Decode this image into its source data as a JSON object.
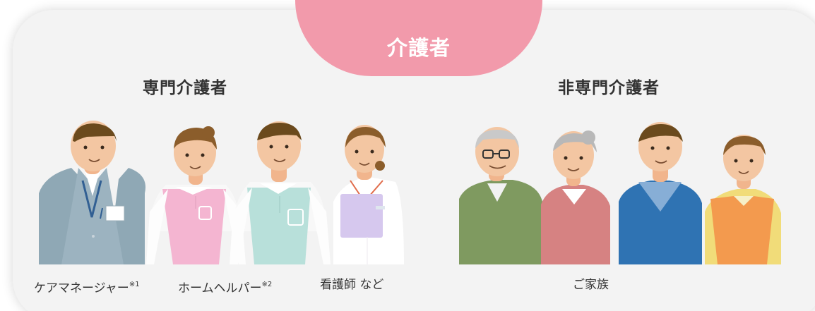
{
  "main": {
    "title": "介護者"
  },
  "groups": {
    "professional": {
      "title": "専門介護者",
      "labels": [
        {
          "text": "ケアマネージャー",
          "note": "※1"
        },
        {
          "text": "ホームヘルパー",
          "note": "※2"
        },
        {
          "text": "看護師 など",
          "note": ""
        }
      ]
    },
    "non_professional": {
      "title": "非専門介護者",
      "labels": [
        {
          "text": "ご家族",
          "note": ""
        }
      ]
    }
  },
  "figures": [
    {
      "name": "care-manager-figure",
      "clothing": "gray suit, lanyard badge"
    },
    {
      "name": "home-helper-female-figure",
      "clothing": "pink vest"
    },
    {
      "name": "home-helper-male-figure",
      "clothing": "mint vest"
    },
    {
      "name": "nurse-figure",
      "clothing": "white uniform, lavender folder"
    },
    {
      "name": "elderly-man-figure",
      "clothing": "olive sweater, glasses"
    },
    {
      "name": "elderly-woman-figure",
      "clothing": "rose cardigan"
    },
    {
      "name": "man-figure",
      "clothing": "blue sweater"
    },
    {
      "name": "woman-figure",
      "clothing": "orange vest"
    }
  ],
  "colors": {
    "banner": "#f29aab",
    "card": "#f3f3f3",
    "text": "#333333"
  }
}
